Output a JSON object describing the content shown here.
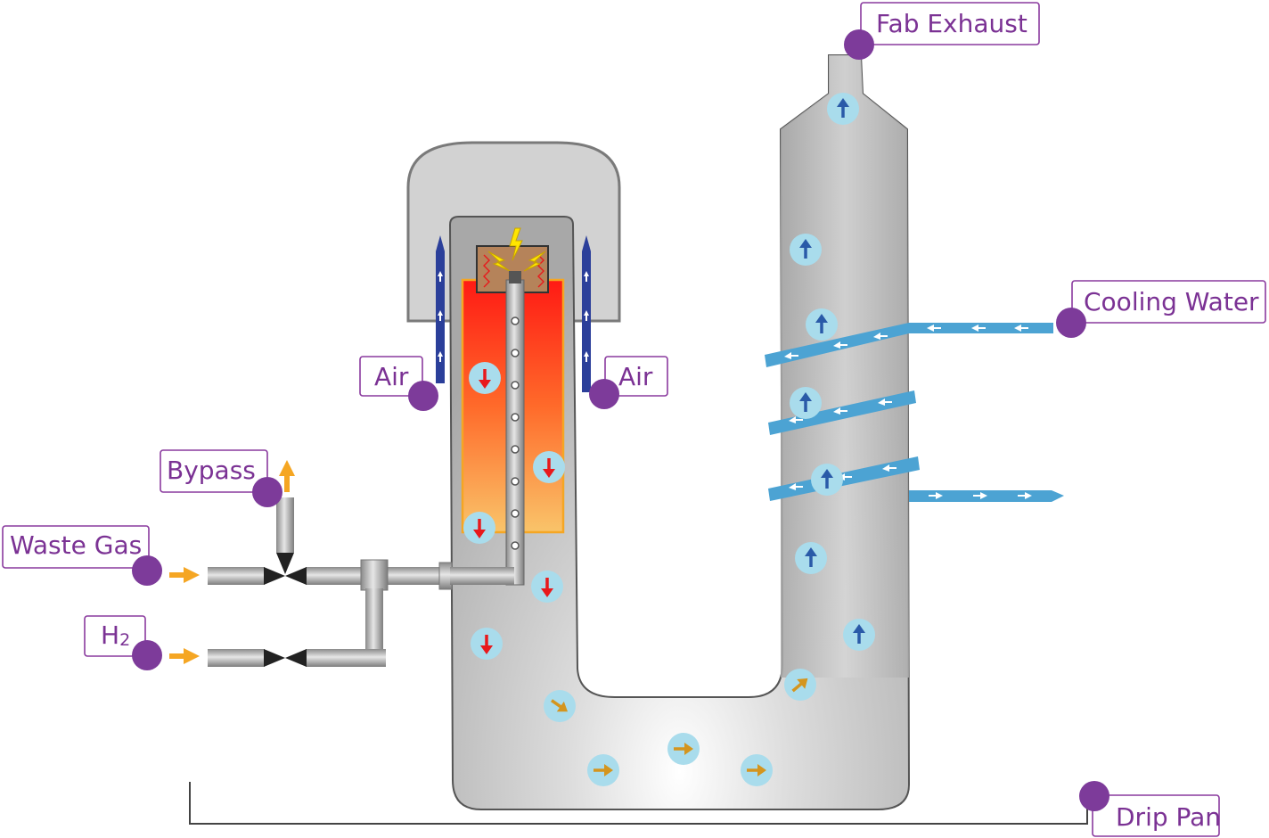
{
  "diagram": {
    "labels": {
      "fab_exhaust": "Fab Exhaust",
      "cooling_water": "Cooling Water",
      "air_left": "Air",
      "air_right": "Air",
      "bypass": "Bypass",
      "waste_gas": "Waste Gas",
      "h2": "H",
      "h2_sub": "2",
      "drip_pan": "Drip Pan"
    },
    "colors": {
      "label_purple": "#7b3294",
      "marker_purple": "#7d3b9a",
      "flow_down_red": "#e8191c",
      "flow_up_blue": "#2a5aa8",
      "flow_side_amber": "#d4951e",
      "cooling_water_blue": "#4ca3d3",
      "air_channel_navy": "#2b3f9a",
      "inlet_arrow_orange": "#f5a623",
      "chamber_gray": "#b9b9b9",
      "hot_zone_red": "#ff2a14"
    },
    "icons": [
      "down-arrow-icon",
      "up-arrow-icon",
      "right-arrow-icon",
      "spark-icon",
      "valve-icon",
      "heater-coil-icon"
    ]
  }
}
